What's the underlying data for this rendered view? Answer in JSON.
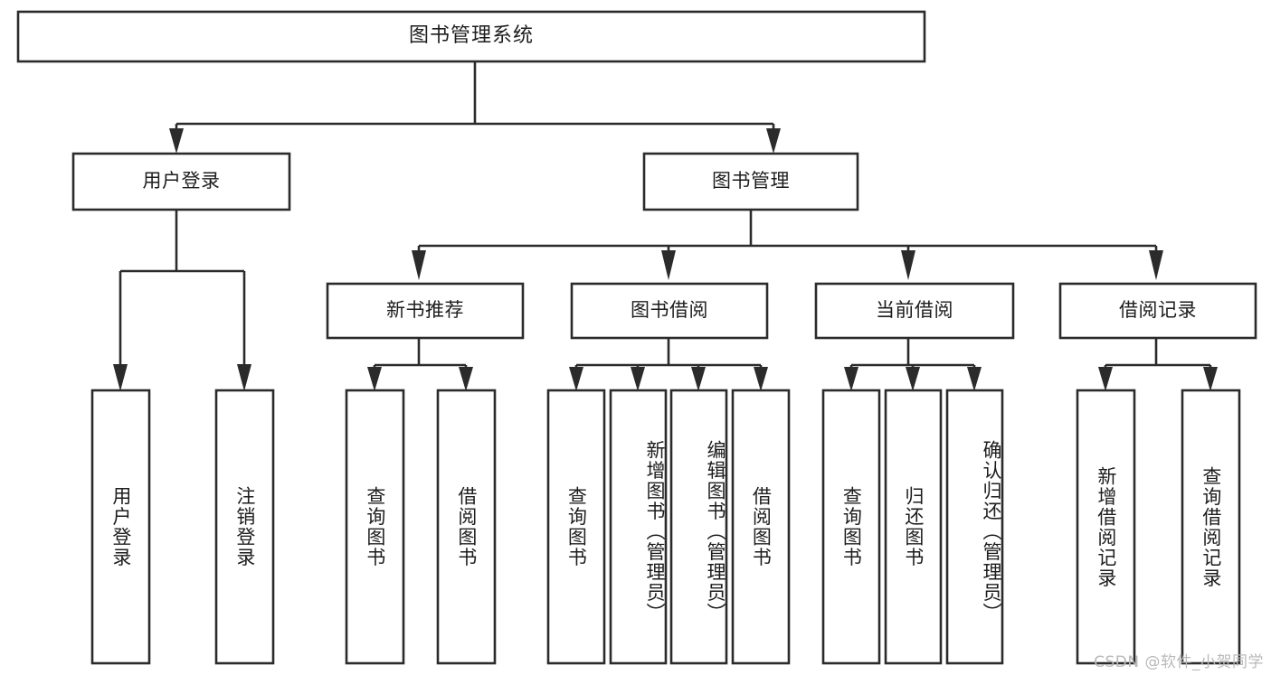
{
  "diagram": {
    "type": "hierarchy-tree",
    "title": "图书管理系统",
    "orientation": "top-down",
    "watermark": "CSDN @软件_小贺同学",
    "colors": {
      "box_stroke": "#2b2b2b",
      "box_fill": "#ffffff",
      "connector": "#2b2b2b",
      "text": "#1d1d1d",
      "watermark": "#b9b9b9",
      "background": "#ffffff"
    },
    "root": {
      "label": "图书管理系统"
    },
    "level2": [
      {
        "label": "用户登录"
      },
      {
        "label": "图书管理"
      }
    ],
    "level3": [
      {
        "label": "新书推荐"
      },
      {
        "label": "图书借阅"
      },
      {
        "label": "当前借阅"
      },
      {
        "label": "借阅记录"
      }
    ],
    "leaves": {
      "user_login": [
        {
          "label": "用户登录"
        },
        {
          "label": "注销登录"
        }
      ],
      "new_book_recommend": [
        {
          "label": "查询图书"
        },
        {
          "label": "借阅图书"
        }
      ],
      "book_borrow": [
        {
          "label": "查询图书"
        },
        {
          "label": "新增图书（管理员）"
        },
        {
          "label": "编辑图书（管理员）"
        },
        {
          "label": "借阅图书"
        }
      ],
      "current_borrow": [
        {
          "label": "查询图书"
        },
        {
          "label": "归还图书"
        },
        {
          "label": "确认归还（管理员）"
        }
      ],
      "borrow_record": [
        {
          "label": "新增借阅记录"
        },
        {
          "label": "查询借阅记录"
        }
      ]
    }
  }
}
